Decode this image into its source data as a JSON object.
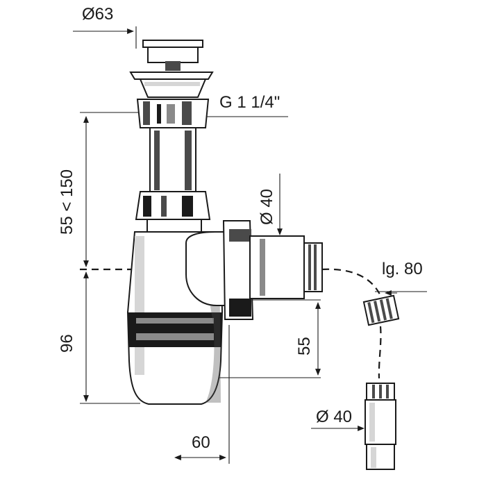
{
  "dimensions": {
    "top_diameter": "Ø63",
    "thread": "G 1 1/4\"",
    "height_range": "55 < 150",
    "outlet_diameter_top": "Ø 40",
    "outlet_length": "lg. 80",
    "lower_height": "96",
    "outlet_offset_height": "55",
    "bottom_diameter": "Ø 40",
    "horizontal_offset": "60"
  },
  "colors": {
    "line": "#1a1a1a",
    "background": "#ffffff"
  }
}
